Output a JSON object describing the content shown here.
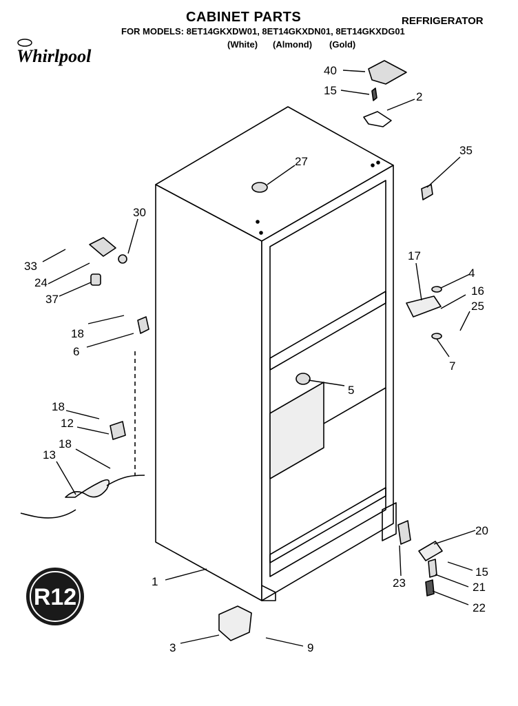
{
  "header": {
    "title": "CABINET PARTS",
    "category": "REFRIGERATOR",
    "models_line": "FOR MODELS: 8ET14GKXDW01, 8ET14GKXDN01, 8ET14GKXDG01",
    "variants": [
      "(White)",
      "(Almond)",
      "(Gold)"
    ]
  },
  "brand": {
    "name": "Whirlpool",
    "logo_icon": "whirlpool-logo-icon"
  },
  "badge": {
    "text": "R12",
    "icon": "r12-refrigerant-badge-icon"
  },
  "callouts": {
    "c1": "1",
    "c2": "2",
    "c3": "3",
    "c4": "4",
    "c5": "5",
    "c6": "6",
    "c7": "7",
    "c9": "9",
    "c12": "12",
    "c13": "13",
    "c15a": "15",
    "c15b": "15",
    "c16": "16",
    "c17": "17",
    "c18a": "18",
    "c18b": "18",
    "c18c": "18",
    "c20": "20",
    "c21": "21",
    "c22": "22",
    "c23": "23",
    "c24": "24",
    "c25": "25",
    "c27": "27",
    "c30": "30",
    "c33": "33",
    "c35": "35",
    "c37": "37",
    "c40": "40"
  }
}
